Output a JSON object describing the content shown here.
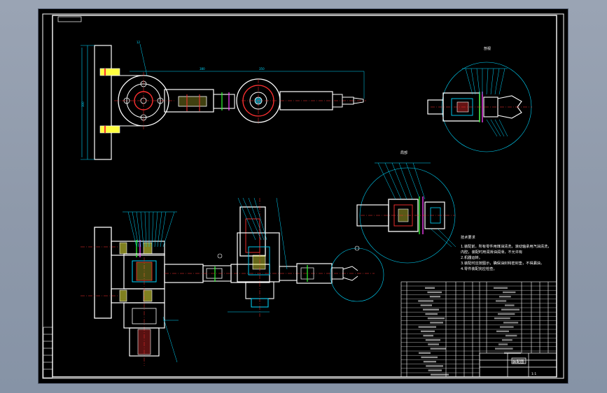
{
  "drawing": {
    "top_tag": "",
    "view_label_top_right": "剖视",
    "view_label_mid_right": "局部",
    "notes": {
      "title": "技术要求",
      "lines": [
        "1.装配前，所有零件用煤油清洗，滚动轴承用汽油清洗，",
        "内腔，装配时用润滑油润滑，不允许有",
        "2.机器运转。",
        "3.装配时应按图示，确保油封和密封垫，不得漏油，",
        "4.零件装配完应检查。"
      ]
    },
    "title_block": {
      "drawing_name": "装配图",
      "scale": "1:1"
    },
    "colors": {
      "frame": "#ffffff",
      "outline": "#ffffff",
      "cyan": "#00d8ff",
      "red": "#ff3030",
      "yellow": "#ffff40",
      "green": "#30ff30",
      "magenta": "#ff40ff"
    }
  }
}
